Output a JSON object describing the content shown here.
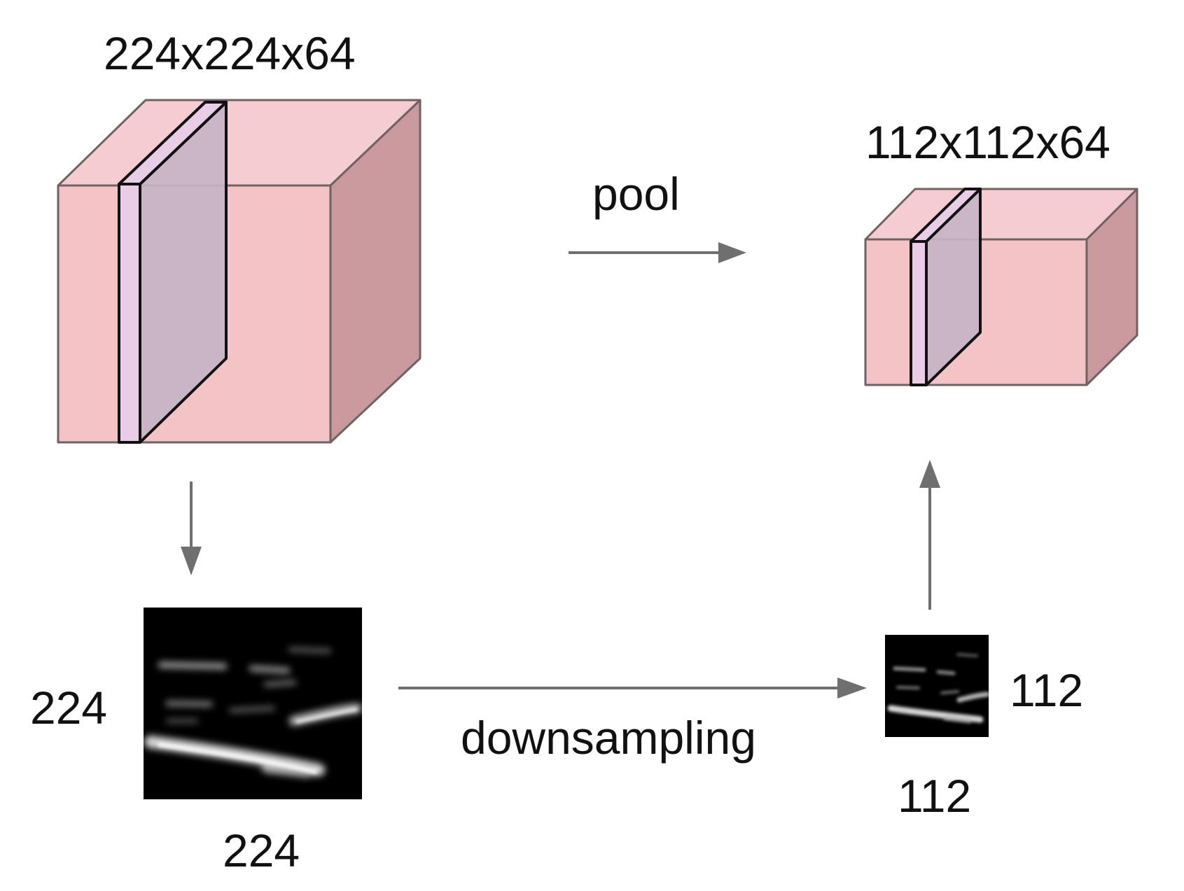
{
  "input_volume": {
    "label": "224x224x64"
  },
  "output_volume": {
    "label": "112x112x64"
  },
  "pool_arrow": {
    "label": "pool"
  },
  "downsampling_arrow": {
    "label": "downsampling"
  },
  "input_slice": {
    "height_label": "224",
    "width_label": "224"
  },
  "output_slice": {
    "height_label": "112",
    "width_label": "112"
  },
  "colors": {
    "volume_front": "#f3c3c6",
    "volume_top": "#f5cdd0",
    "volume_side": "#c9999d",
    "volume_edge": "#6e6264",
    "slice_face": "#c6b4c6",
    "slice_front": "#e9cce6",
    "arrow": "#6f6f6f",
    "feature_map_bg": "#000000"
  }
}
